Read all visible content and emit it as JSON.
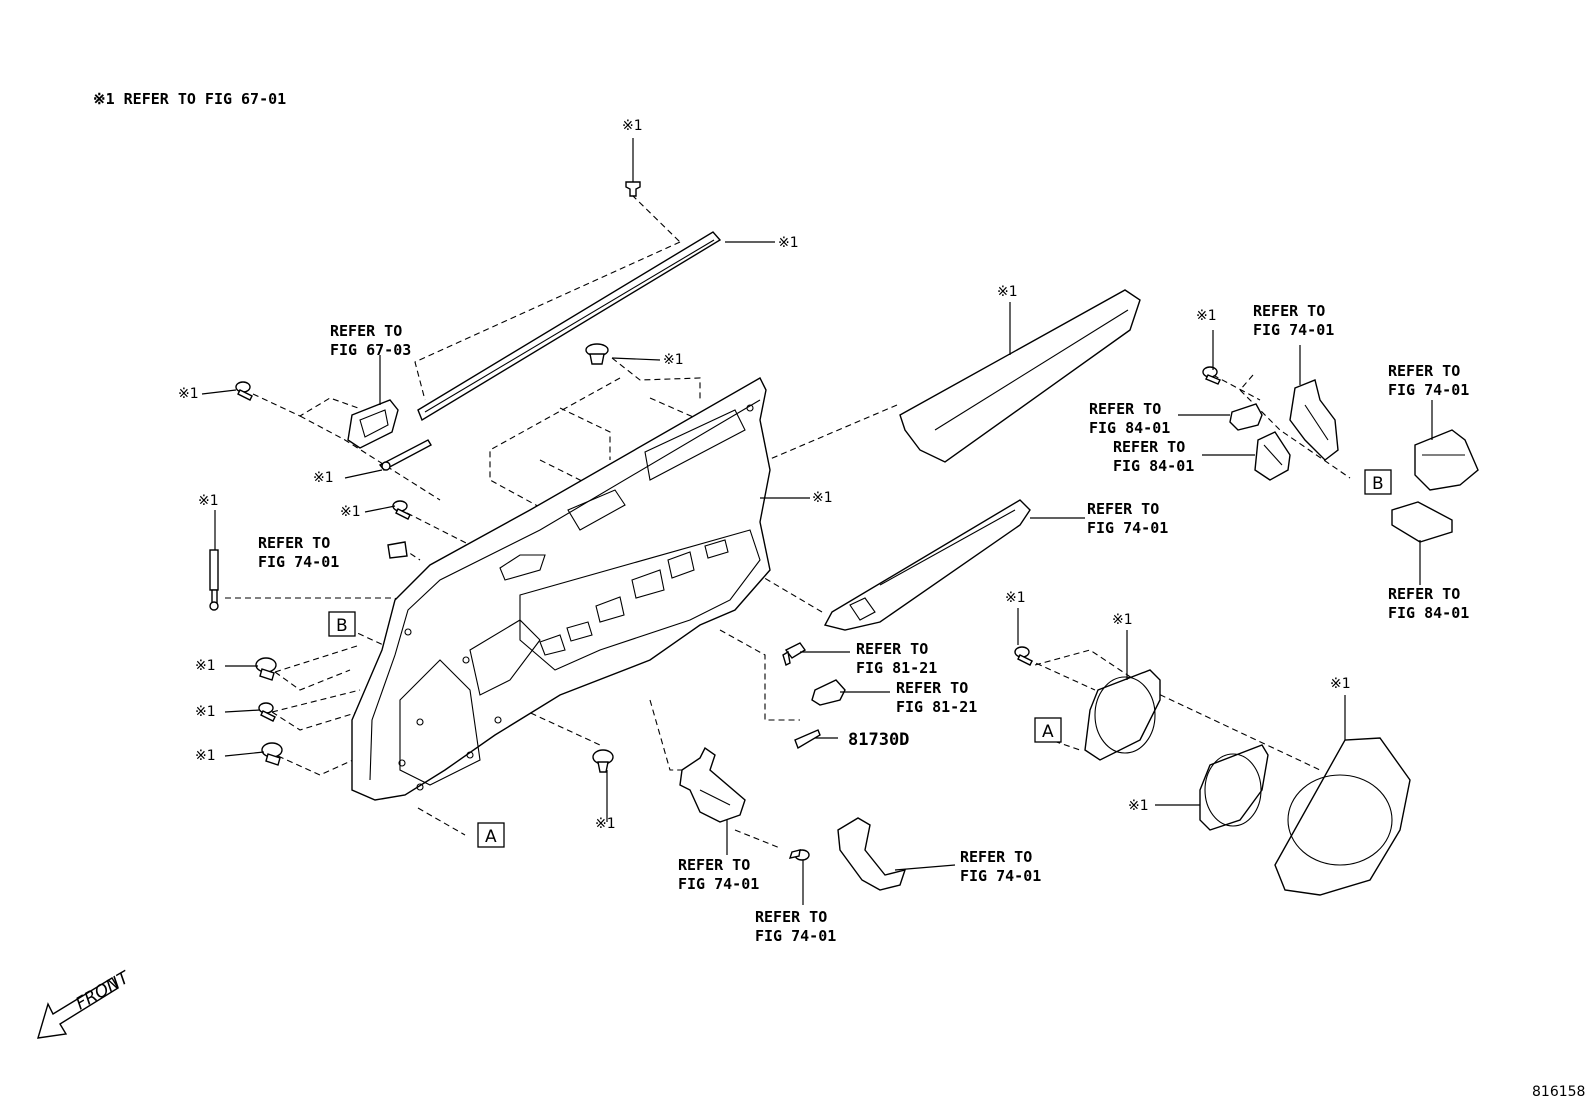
{
  "note": "※1 REFER TO FIG 67-01",
  "mark": "※1",
  "refs": {
    "r6703": [
      "REFER TO",
      "FIG 67-03"
    ],
    "r7401a": [
      "REFER TO",
      "FIG 74-01"
    ],
    "r7401b": [
      "REFER TO",
      "FIG 74-01"
    ],
    "r7401c": [
      "REFER TO",
      "FIG 74-01"
    ],
    "r7401d": [
      "REFER TO",
      "FIG 74-01"
    ],
    "r7401e": [
      "REFER TO",
      "FIG 74-01"
    ],
    "r7401f": [
      "REFER TO",
      "FIG 74-01"
    ],
    "r7401g": [
      "REFER TO",
      "FIG 74-01"
    ],
    "r8401a": [
      "REFER TO",
      "FIG 84-01"
    ],
    "r8401b": [
      "REFER TO",
      "FIG 84-01"
    ],
    "r8401c": [
      "REFER TO",
      "FIG 84-01"
    ],
    "r8121a": [
      "REFER TO",
      "FIG 81-21"
    ],
    "r8121b": [
      "REFER TO",
      "FIG 81-21"
    ]
  },
  "part_number": "81730D",
  "box_labels": {
    "a": "A",
    "b": "B"
  },
  "front_label": "FRONT",
  "diagram_id": "816158"
}
